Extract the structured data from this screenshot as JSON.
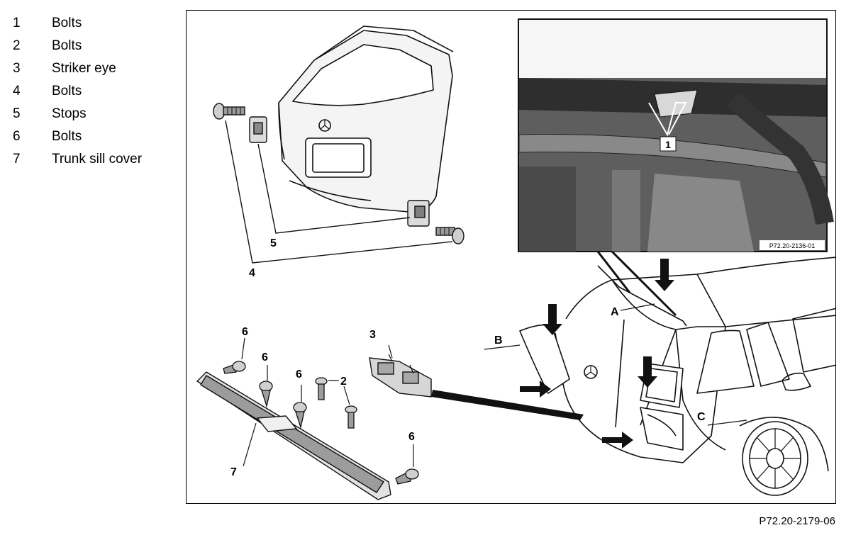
{
  "legend": [
    {
      "num": "1",
      "label": "Bolts"
    },
    {
      "num": "2",
      "label": "Bolts"
    },
    {
      "num": "3",
      "label": "Striker eye"
    },
    {
      "num": "4",
      "label": "Bolts"
    },
    {
      "num": "5",
      "label": "Stops"
    },
    {
      "num": "6",
      "label": "Bolts"
    },
    {
      "num": "7",
      "label": "Trunk sill cover"
    }
  ],
  "callouts": {
    "c1": "1",
    "c2": "2",
    "c3": "3",
    "c4": "4",
    "c5": "5",
    "c6a": "6",
    "c6b": "6",
    "c6c": "6",
    "c6d": "6",
    "c7": "7",
    "cA": "A",
    "cB": "B",
    "cC": "C"
  },
  "photo_code": "P72.20-2136-01",
  "figure_code": "P72.20-2179-06"
}
